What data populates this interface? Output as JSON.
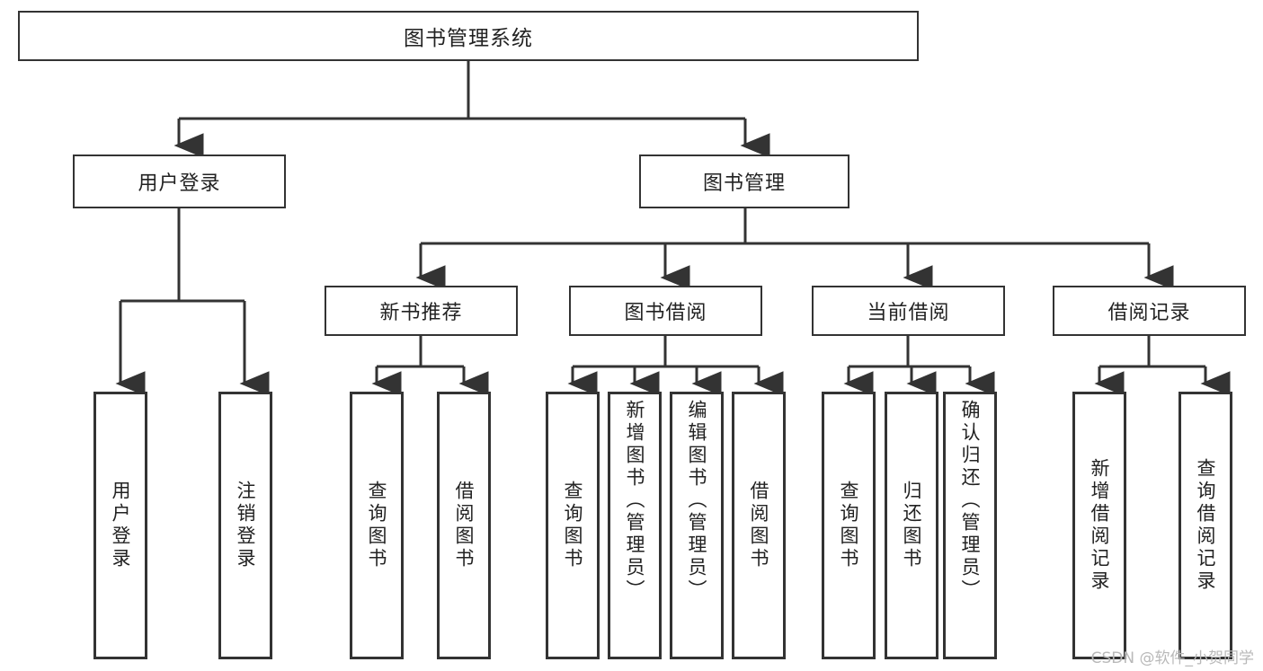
{
  "diagram": {
    "title": "图书管理系统",
    "type": "hierarchy-tree",
    "levels": 4,
    "root": {
      "label": "图书管理系统"
    },
    "level2": [
      {
        "label": "用户登录"
      },
      {
        "label": "图书管理"
      }
    ],
    "level3": [
      {
        "label": "新书推荐"
      },
      {
        "label": "图书借阅"
      },
      {
        "label": "当前借阅"
      },
      {
        "label": "借阅记录"
      }
    ],
    "leaves": {
      "user_login": [
        {
          "label": "用户登录"
        },
        {
          "label": "注销登录"
        }
      ],
      "new_book_recommend": [
        {
          "label": "查询图书"
        },
        {
          "label": "借阅图书"
        }
      ],
      "book_borrow": [
        {
          "label": "查询图书"
        },
        {
          "label": "新增图书（管理员）"
        },
        {
          "label": "编辑图书（管理员）"
        },
        {
          "label": "借阅图书"
        }
      ],
      "current_borrow": [
        {
          "label": "查询图书"
        },
        {
          "label": "归还图书"
        },
        {
          "label": "确认归还（管理员）"
        }
      ],
      "borrow_record": [
        {
          "label": "新增借阅记录"
        },
        {
          "label": "查询借阅记录"
        }
      ]
    }
  },
  "watermark": {
    "text": "CSDN @软件_小贺同学"
  },
  "colors": {
    "background": "#ffffff",
    "border": "#333333",
    "text": "#222222",
    "watermark": "#b9b9b9"
  }
}
